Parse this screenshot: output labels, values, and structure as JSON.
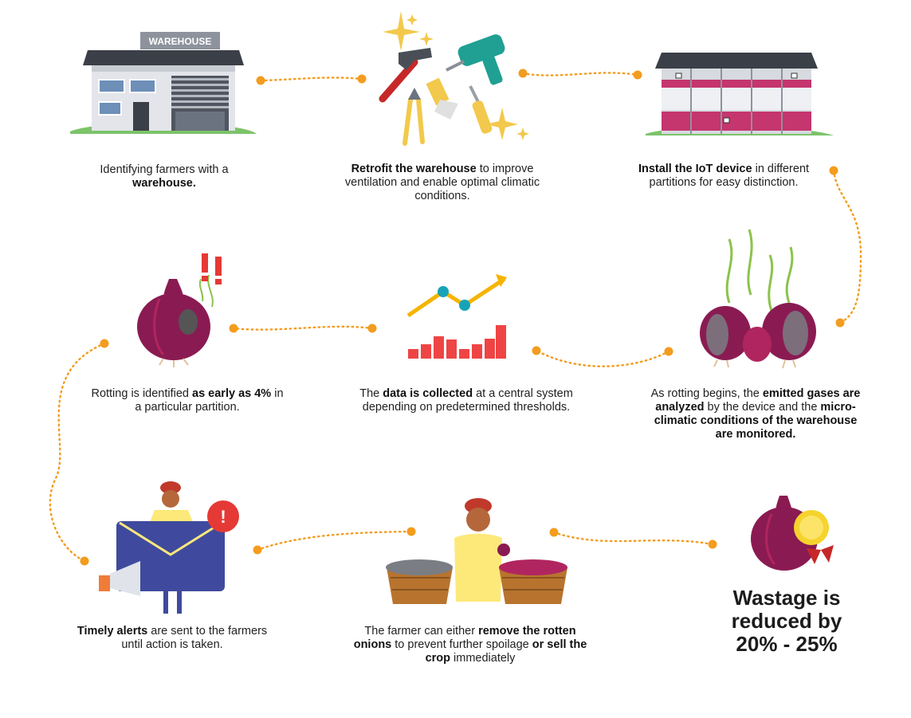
{
  "colors": {
    "connector": "#f39c1e",
    "onion": "#8a1b52",
    "rot": "#5b5b5b",
    "alert": "#e53935",
    "envelope": "#3f4a9e",
    "basket": "#b8742e",
    "farmer_shirt": "#fde97a",
    "turban": "#c0392b",
    "trend_line": "#f5b400",
    "trend_dots": "#16a3b8",
    "bars": "#ef4444",
    "grass": "#7cc36a",
    "medal": "#f6d32d"
  },
  "warehouse_sign": "WAREHOUSE",
  "alert_mark": "!",
  "steps": [
    {
      "icon": "warehouse-icon",
      "bold1": "",
      "text1": "Identifying farmers with a ",
      "bold2": "warehouse.",
      "text2": ""
    },
    {
      "icon": "tools-icon",
      "bold1": "Retrofit the warehouse",
      "text1": " to improve ventilation and enable optimal climatic conditions.",
      "bold2": "",
      "text2": ""
    },
    {
      "icon": "iot-warehouse-icon",
      "bold1": "Install the IoT device",
      "text1": " in different partitions for easy distinction.",
      "bold2": "",
      "text2": ""
    },
    {
      "icon": "gas-onions-icon",
      "bold1": "",
      "text1": "As rotting begins, the ",
      "bold2": "emitted gases are analyzed",
      "text2": " by the device and the ",
      "bold3": "micro-climatic conditions of the warehouse are monitored.",
      "text3": ""
    },
    {
      "icon": "data-chart-icon",
      "bold1": "",
      "text1": "The ",
      "bold2": "data is collected",
      "text2": " at a central system depending on predetermined thresholds."
    },
    {
      "icon": "rotten-onion-icon",
      "bold1": "",
      "text1": "Rotting is identified ",
      "bold2": "as early as 4%",
      "text2": " in a particular partition."
    },
    {
      "icon": "alert-envelope-icon",
      "bold1": "Timely alerts",
      "text1": " are sent to the farmers until action is taken.",
      "bold2": "",
      "text2": ""
    },
    {
      "icon": "farmer-baskets-icon",
      "bold1": "",
      "text1": "The farmer can either ",
      "bold2": "remove the rotten onions",
      "text2": " to prevent further spoilage ",
      "bold3": "or sell the crop",
      "text3": " immediately"
    }
  ],
  "result": {
    "icon": "onion-medal-icon",
    "text": "Wastage is reduced by 20% - 25%"
  }
}
